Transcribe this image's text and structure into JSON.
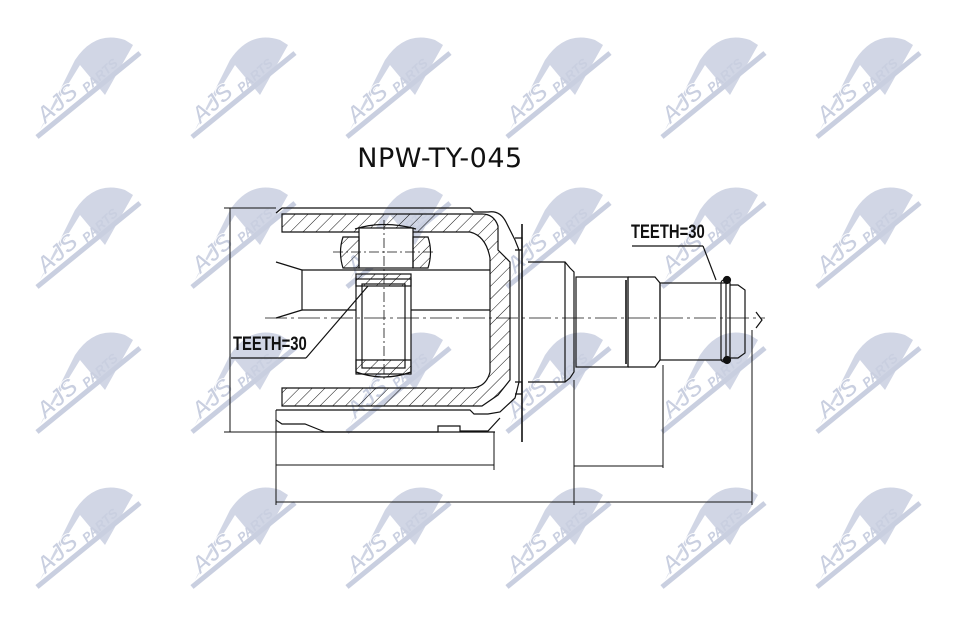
{
  "drawing": {
    "title": "NPW-TY-045",
    "subject": "inner CV joint (drive shaft joint) technical cross-section",
    "labels": {
      "inner_teeth": "TEETH=30",
      "outer_teeth": "TEETH=30"
    }
  },
  "watermark": {
    "text_main": "AJS",
    "text_sub": "PARTS",
    "color": "#c9cfe0",
    "grid_columns_x": [
      85,
      240,
      395,
      555,
      710,
      865
    ],
    "grid_rows_y": [
      85,
      235,
      380,
      535
    ]
  },
  "colors": {
    "line": "#111111",
    "background": "#ffffff",
    "watermark": "#c9cfe0"
  }
}
